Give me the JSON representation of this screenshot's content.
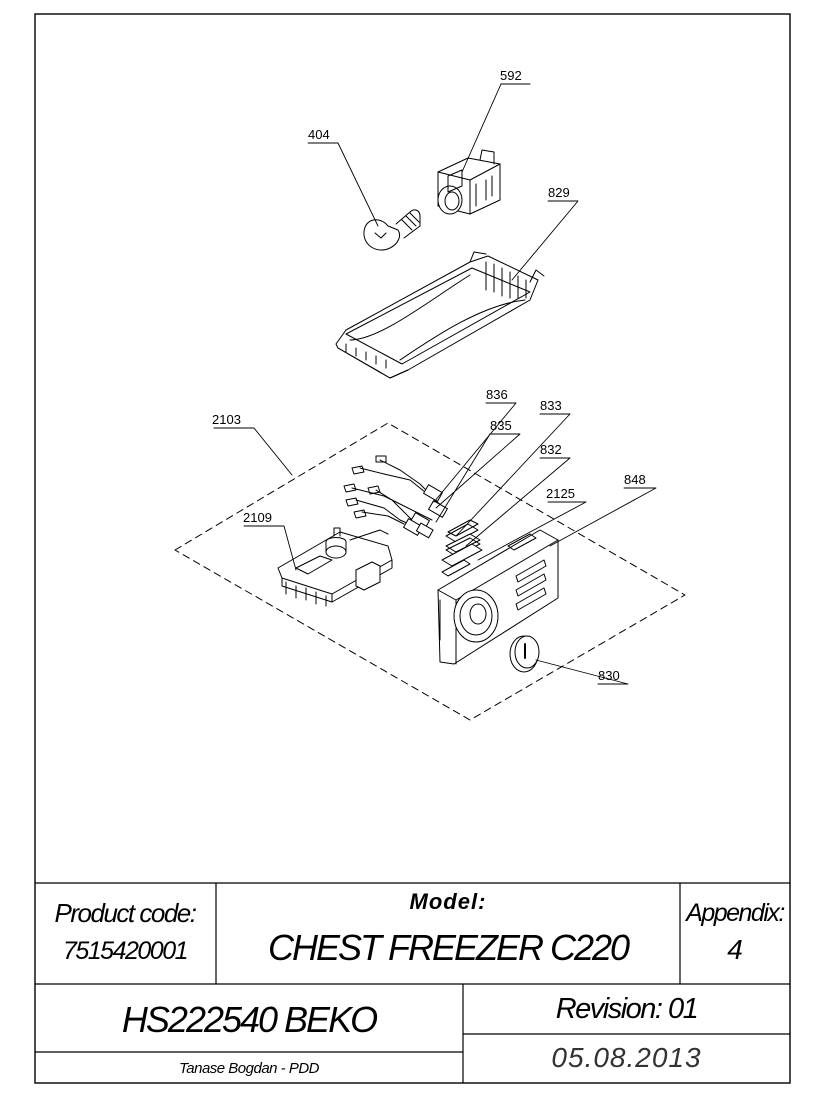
{
  "drawing": {
    "part_labels": {
      "p592": "592",
      "p404": "404",
      "p829": "829",
      "p836": "836",
      "p833": "833",
      "p835": "835",
      "p832": "832",
      "p2103": "2103",
      "p2125": "2125",
      "p848": "848",
      "p2109": "2109",
      "p830": "830"
    }
  },
  "title_block": {
    "product_code_label": "Product code:",
    "product_code": "7515420001",
    "model_label": "Model:",
    "model": "CHEST FREEZER C220",
    "appendix_label": "Appendix:",
    "appendix": "4",
    "part_number": "HS222540 BEKO",
    "revision": "Revision: 01",
    "author": "Tanase Bogdan - PDD",
    "date": "05.08.2013"
  }
}
